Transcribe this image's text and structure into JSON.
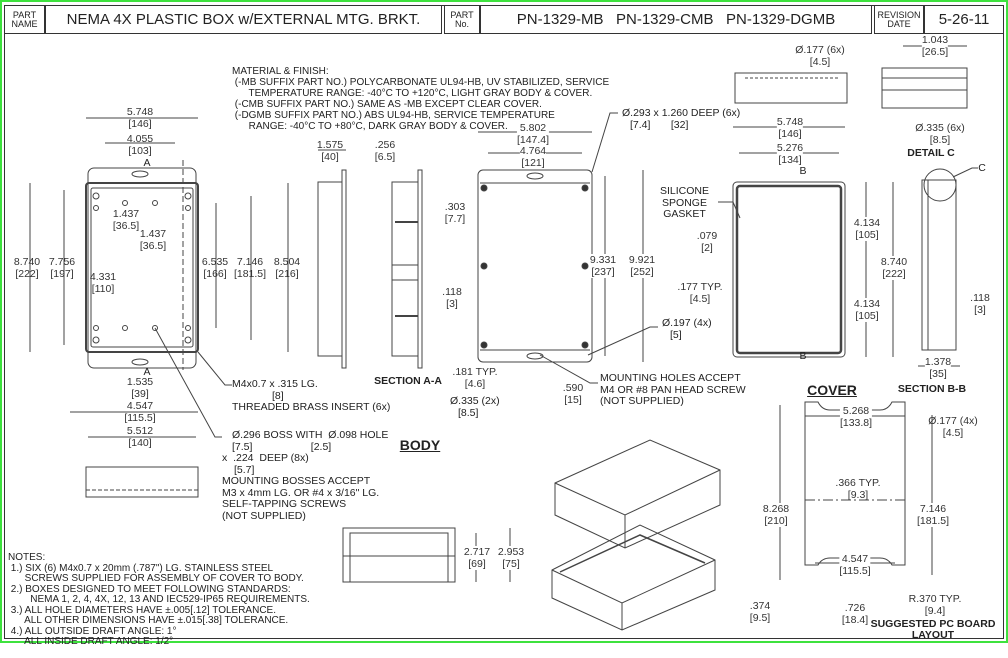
{
  "title_block": {
    "part_name_label": "PART NAME",
    "part_name": "NEMA 4X PLASTIC BOX w/EXTERNAL MTG. BRKT.",
    "part_no_label": "PART No.",
    "part_numbers": "PN-1329-MB   PN-1329-CMB   PN-1329-DGMB",
    "revision_label": "REVISION DATE",
    "revision_date": "5-26-11"
  },
  "material": [
    "MATERIAL & FINISH:",
    " (-MB SUFFIX PART NO.) POLYCARBONATE UL94-HB, UV STABILIZED, SERVICE",
    "      TEMPERATURE RANGE: -40°C TO +120°C, LIGHT GRAY BODY & COVER.",
    " (-CMB SUFFIX PART NO.) SAME AS -MB EXCEPT CLEAR COVER.",
    " (-DGMB SUFFIX PART NO.) ABS UL94-HB, SERVICE TEMPERATURE",
    "      RANGE: -40°C TO +80°C, DARK GRAY BODY & COVER."
  ],
  "body": {
    "title": "BODY",
    "section_a": "SECTION A-A",
    "section_mark": "A",
    "dims": [
      {
        "in": "5.748",
        "mm": "[146]"
      },
      {
        "in": "4.055",
        "mm": "[103]"
      },
      {
        "in": "1.437",
        "mm": "[36.5]"
      },
      {
        "in": "1.437",
        "mm": "[36.5]"
      },
      {
        "in": "8.740",
        "mm": "[222]"
      },
      {
        "in": "7.756",
        "mm": "[197]"
      },
      {
        "in": "4.331",
        "mm": "[110]"
      },
      {
        "in": "6.535",
        "mm": "[166]"
      },
      {
        "in": "7.146",
        "mm": "[181.5]"
      },
      {
        "in": "8.504",
        "mm": "[216]"
      },
      {
        "in": "1.535",
        "mm": "[39]"
      },
      {
        "in": "4.547",
        "mm": "[115.5]"
      },
      {
        "in": "5.512",
        "mm": "[140]"
      },
      {
        "in": "1.575",
        "mm": "[40]"
      },
      {
        "in": ".256",
        "mm": "[6.5]"
      },
      {
        "in": ".303",
        "mm": "[7.7]"
      },
      {
        "in": ".118",
        "mm": "[3]"
      },
      {
        "in": "2.717",
        "mm": "[69]"
      },
      {
        "in": "2.953",
        "mm": "[75]"
      }
    ],
    "insert_note": [
      "M4x0.7 x .315 LG.",
      "[8]",
      "THREADED BRASS INSERT (6x)"
    ],
    "boss_note": [
      "Ø.296 BOSS WITH  Ø.098 HOLE",
      "[7.5]                    [2.5]",
      "x  .224  DEEP (8x)",
      "[5.7]",
      "MOUNTING BOSSES ACCEPT",
      "M3 x 4mm LG. OR #4 x 3/16\" LG.",
      "SELF-TAPPING SCREWS",
      "(NOT SUPPLIED)"
    ]
  },
  "cover_bottom": {
    "dims": [
      {
        "in": "5.802",
        "mm": "[147.4]"
      },
      {
        "in": "4.764",
        "mm": "[121]"
      },
      {
        "in": "9.331",
        "mm": "[237]"
      },
      {
        "in": "9.921",
        "mm": "[252]"
      },
      {
        "in": ".181  TYP.",
        "mm": "[4.6]"
      },
      {
        "in": ".590",
        "mm": "[15]"
      }
    ],
    "hole_note": [
      "Ø.293 x 1.260 DEEP (6x)",
      "[7.4]       [32]"
    ],
    "small_hole": [
      "Ø.197 (4x)",
      "[5]"
    ],
    "slot": [
      "Ø.335 (2x)",
      "[8.5]"
    ],
    "mounting_note": [
      "MOUNTING HOLES ACCEPT",
      "M4 OR #8 PAN HEAD SCREW",
      "(NOT SUPPLIED)"
    ]
  },
  "cover": {
    "title": "COVER",
    "section_b": "SECTION B-B",
    "section_mark": "B",
    "detail_c": "DETAIL C",
    "detail_mark": "C",
    "gasket": [
      "SILICONE",
      "SPONGE",
      "GASKET"
    ],
    "dims": [
      {
        "in": "5.748",
        "mm": "[146]"
      },
      {
        "in": "5.276",
        "mm": "[134]"
      },
      {
        "in": ".079",
        "mm": "[2]"
      },
      {
        "in": ".177  TYP.",
        "mm": "[4.5]"
      },
      {
        "in": "4.134",
        "mm": "[105]"
      },
      {
        "in": "4.134",
        "mm": "[105]"
      },
      {
        "in": "8.740",
        "mm": "[222]"
      },
      {
        "in": "Ø.177 (6x)",
        "mm": "[4.5]"
      },
      {
        "in": "1.043",
        "mm": "[26.5]"
      },
      {
        "in": "Ø.335 (6x)",
        "mm": "[8.5]"
      },
      {
        "in": ".118",
        "mm": "[3]"
      },
      {
        "in": "1.378",
        "mm": "[35]"
      }
    ]
  },
  "pcb": {
    "title": "SUGGESTED PC BOARD LAYOUT",
    "dims": [
      {
        "in": "5.268",
        "mm": "[133.8]"
      },
      {
        "in": "Ø.177 (4x)",
        "mm": "[4.5]"
      },
      {
        "in": ".366  TYP.",
        "mm": "[9.3]"
      },
      {
        "in": "8.268",
        "mm": "[210]"
      },
      {
        "in": "7.146",
        "mm": "[181.5]"
      },
      {
        "in": "4.547",
        "mm": "[115.5]"
      },
      {
        "in": ".374",
        "mm": "[9.5]"
      },
      {
        "in": ".726",
        "mm": "[18.4]"
      },
      {
        "in": "R.370 TYP.",
        "mm": "[9.4]"
      }
    ]
  },
  "notes": [
    "NOTES:",
    " 1.) SIX (6) M4x0.7 x 20mm (.787\") LG. STAINLESS STEEL",
    "      SCREWS SUPPLIED FOR ASSEMBLY OF COVER TO BODY.",
    " 2.) BOXES DESIGNED TO MEET FOLLOWING STANDARDS:",
    "        NEMA 1, 2, 4, 4X, 12, 13 AND IEC529-IP65 REQUIREMENTS.",
    " 3.) ALL HOLE DIAMETERS HAVE ±.005[.12] TOLERANCE.",
    "      ALL OTHER DIMENSIONS HAVE ±.015[.38] TOLERANCE.",
    " 4.) ALL OUTSIDE DRAFT ANGLE: 1°",
    "      ALL INSIDE DRAFT ANGLE: 1/2°"
  ]
}
